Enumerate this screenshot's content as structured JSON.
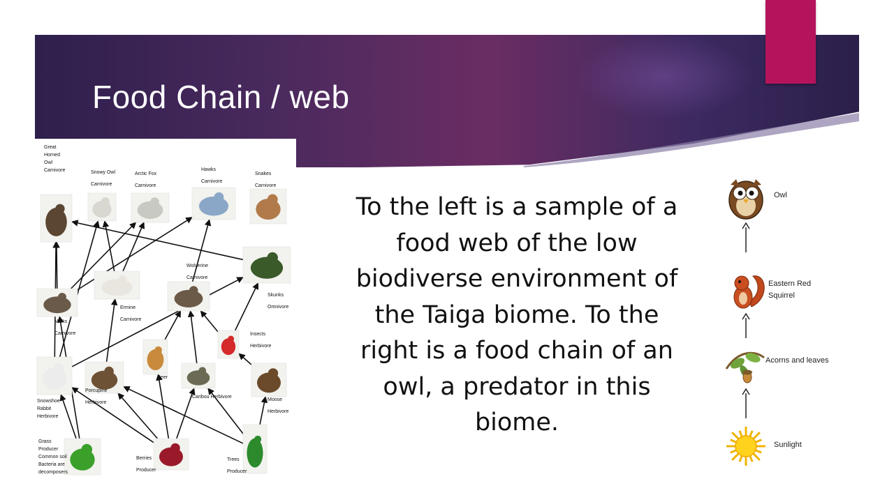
{
  "slide": {
    "title": "Food Chain / web",
    "body": "To the left is a sample of a food web of the low biodiverse environment of the Taiga biome. To the right is a food chain of an owl, a predator in this biome."
  },
  "colors": {
    "header_dark": "#2e1f4d",
    "header_mid": "#6a2d63",
    "accent": "#b5145d"
  },
  "food_web": {
    "nodes": [
      {
        "id": "owl",
        "lines": [
          "Great",
          "Horned",
          "Owl",
          "Carnivore"
        ]
      },
      {
        "id": "snowyowl",
        "lines": [
          "Snowy Owl",
          "Carnivore"
        ]
      },
      {
        "id": "fox",
        "lines": [
          "Arctic Fox",
          "Carnivore"
        ]
      },
      {
        "id": "hawks",
        "lines": [
          "Hawks",
          "Carnivore"
        ]
      },
      {
        "id": "snakes",
        "lines": [
          "Snakes",
          "Carnivore"
        ]
      },
      {
        "id": "wolverine",
        "lines": [
          "Wolverine",
          "Carnivore"
        ]
      },
      {
        "id": "skunks",
        "lines": [
          "Skunks",
          "Omnivore"
        ]
      },
      {
        "id": "minks",
        "lines": [
          "Minks",
          "Carnivore"
        ]
      },
      {
        "id": "ermine",
        "lines": [
          "Ermine",
          "Carnivore"
        ]
      },
      {
        "id": "insects",
        "lines": [
          "Insects",
          "Herbivore"
        ]
      },
      {
        "id": "rabbit",
        "lines": [
          "Snowshoe",
          "Rabbit",
          "Herbivore"
        ]
      },
      {
        "id": "porcupine",
        "lines": [
          "Porcupine",
          "Herbivore"
        ]
      },
      {
        "id": "deer",
        "lines": [
          "Deer"
        ]
      },
      {
        "id": "caribou",
        "lines": [
          "Caribou  Herbivore"
        ]
      },
      {
        "id": "moose",
        "lines": [
          "Moose",
          "Herbivore"
        ]
      },
      {
        "id": "grass",
        "lines": [
          "Grass",
          "Producer",
          "Common soil",
          "Bacteria are",
          "decomposers"
        ]
      },
      {
        "id": "berries",
        "lines": [
          "Berries",
          "Producer"
        ]
      },
      {
        "id": "trees",
        "lines": [
          "Trees",
          "Producer"
        ]
      }
    ],
    "edges": [
      [
        "rabbit",
        "owl"
      ],
      [
        "rabbit",
        "snowyowl"
      ],
      [
        "rabbit",
        "skunks"
      ],
      [
        "minks",
        "owl"
      ],
      [
        "minks",
        "fox"
      ],
      [
        "minks",
        "hawks"
      ],
      [
        "ermine",
        "snowyowl"
      ],
      [
        "ermine",
        "fox"
      ],
      [
        "wolverine",
        "hawks"
      ],
      [
        "skunks",
        "owl"
      ],
      [
        "porcupine",
        "ermine"
      ],
      [
        "deer",
        "wolverine"
      ],
      [
        "caribou",
        "wolverine"
      ],
      [
        "insects",
        "skunks"
      ],
      [
        "insects",
        "wolverine"
      ],
      [
        "moose",
        "insects"
      ],
      [
        "grass",
        "rabbit"
      ],
      [
        "berries",
        "rabbit"
      ],
      [
        "berries",
        "porcupine"
      ],
      [
        "berries",
        "deer"
      ],
      [
        "berries",
        "caribou"
      ],
      [
        "trees",
        "porcupine"
      ],
      [
        "trees",
        "caribou"
      ],
      [
        "trees",
        "moose"
      ],
      [
        "grass",
        "minks"
      ]
    ]
  },
  "food_chain": {
    "levels": [
      {
        "name": "Owl",
        "icon": "owl-icon"
      },
      {
        "name": "Eastern Red Squirrel",
        "icon": "squirrel-icon"
      },
      {
        "name": "Acorns and leaves",
        "icon": "acorn-icon"
      },
      {
        "name": "Sunlight",
        "icon": "sun-icon"
      }
    ]
  }
}
